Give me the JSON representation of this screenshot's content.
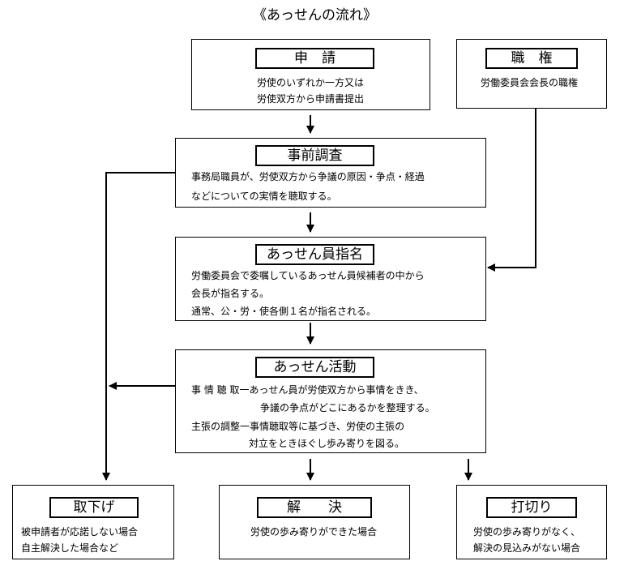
{
  "title": "《あっせんの流れ》",
  "nodes": {
    "apply": {
      "label": "申　請",
      "lines": [
        "労使のいずれか一方又は",
        "労使双方から申請書提出"
      ]
    },
    "authority": {
      "label": "職　権",
      "lines": [
        "労働委員会会長の職権"
      ]
    },
    "investigation": {
      "label": "事前調査",
      "lines": [
        "事務局職員が、労使双方から争議の原因・争点・経過",
        "などについての実情を聴取する。"
      ]
    },
    "nomination": {
      "label": "あっせん員指名",
      "lines": [
        "労働委員会で委嘱しているあっせん員候補者の中から",
        "会長が指名する。",
        "通常、公・労・使各側１名が指名される。"
      ]
    },
    "activity": {
      "label": "あっせん活動",
      "lines": [
        "事 情 聴 取一あっせん員が労使双方から事情をきき、",
        "争議の争点がどこにあるかを整理する。",
        "主張の調整一事情聴取等に基づき、労使の主張の",
        "対立をときほぐし歩み寄りを図る。"
      ]
    },
    "withdraw": {
      "label": "取下げ",
      "lines": [
        "被申請者が応諾しない場合",
        "自主解決した場合など"
      ]
    },
    "resolve": {
      "label": "解　　決",
      "lines": [
        "労使の歩み寄りができた場合"
      ]
    },
    "terminate": {
      "label": "打切り",
      "lines": [
        "労使の歩み寄りがなく、",
        "解決の見込みがない場合"
      ]
    }
  }
}
